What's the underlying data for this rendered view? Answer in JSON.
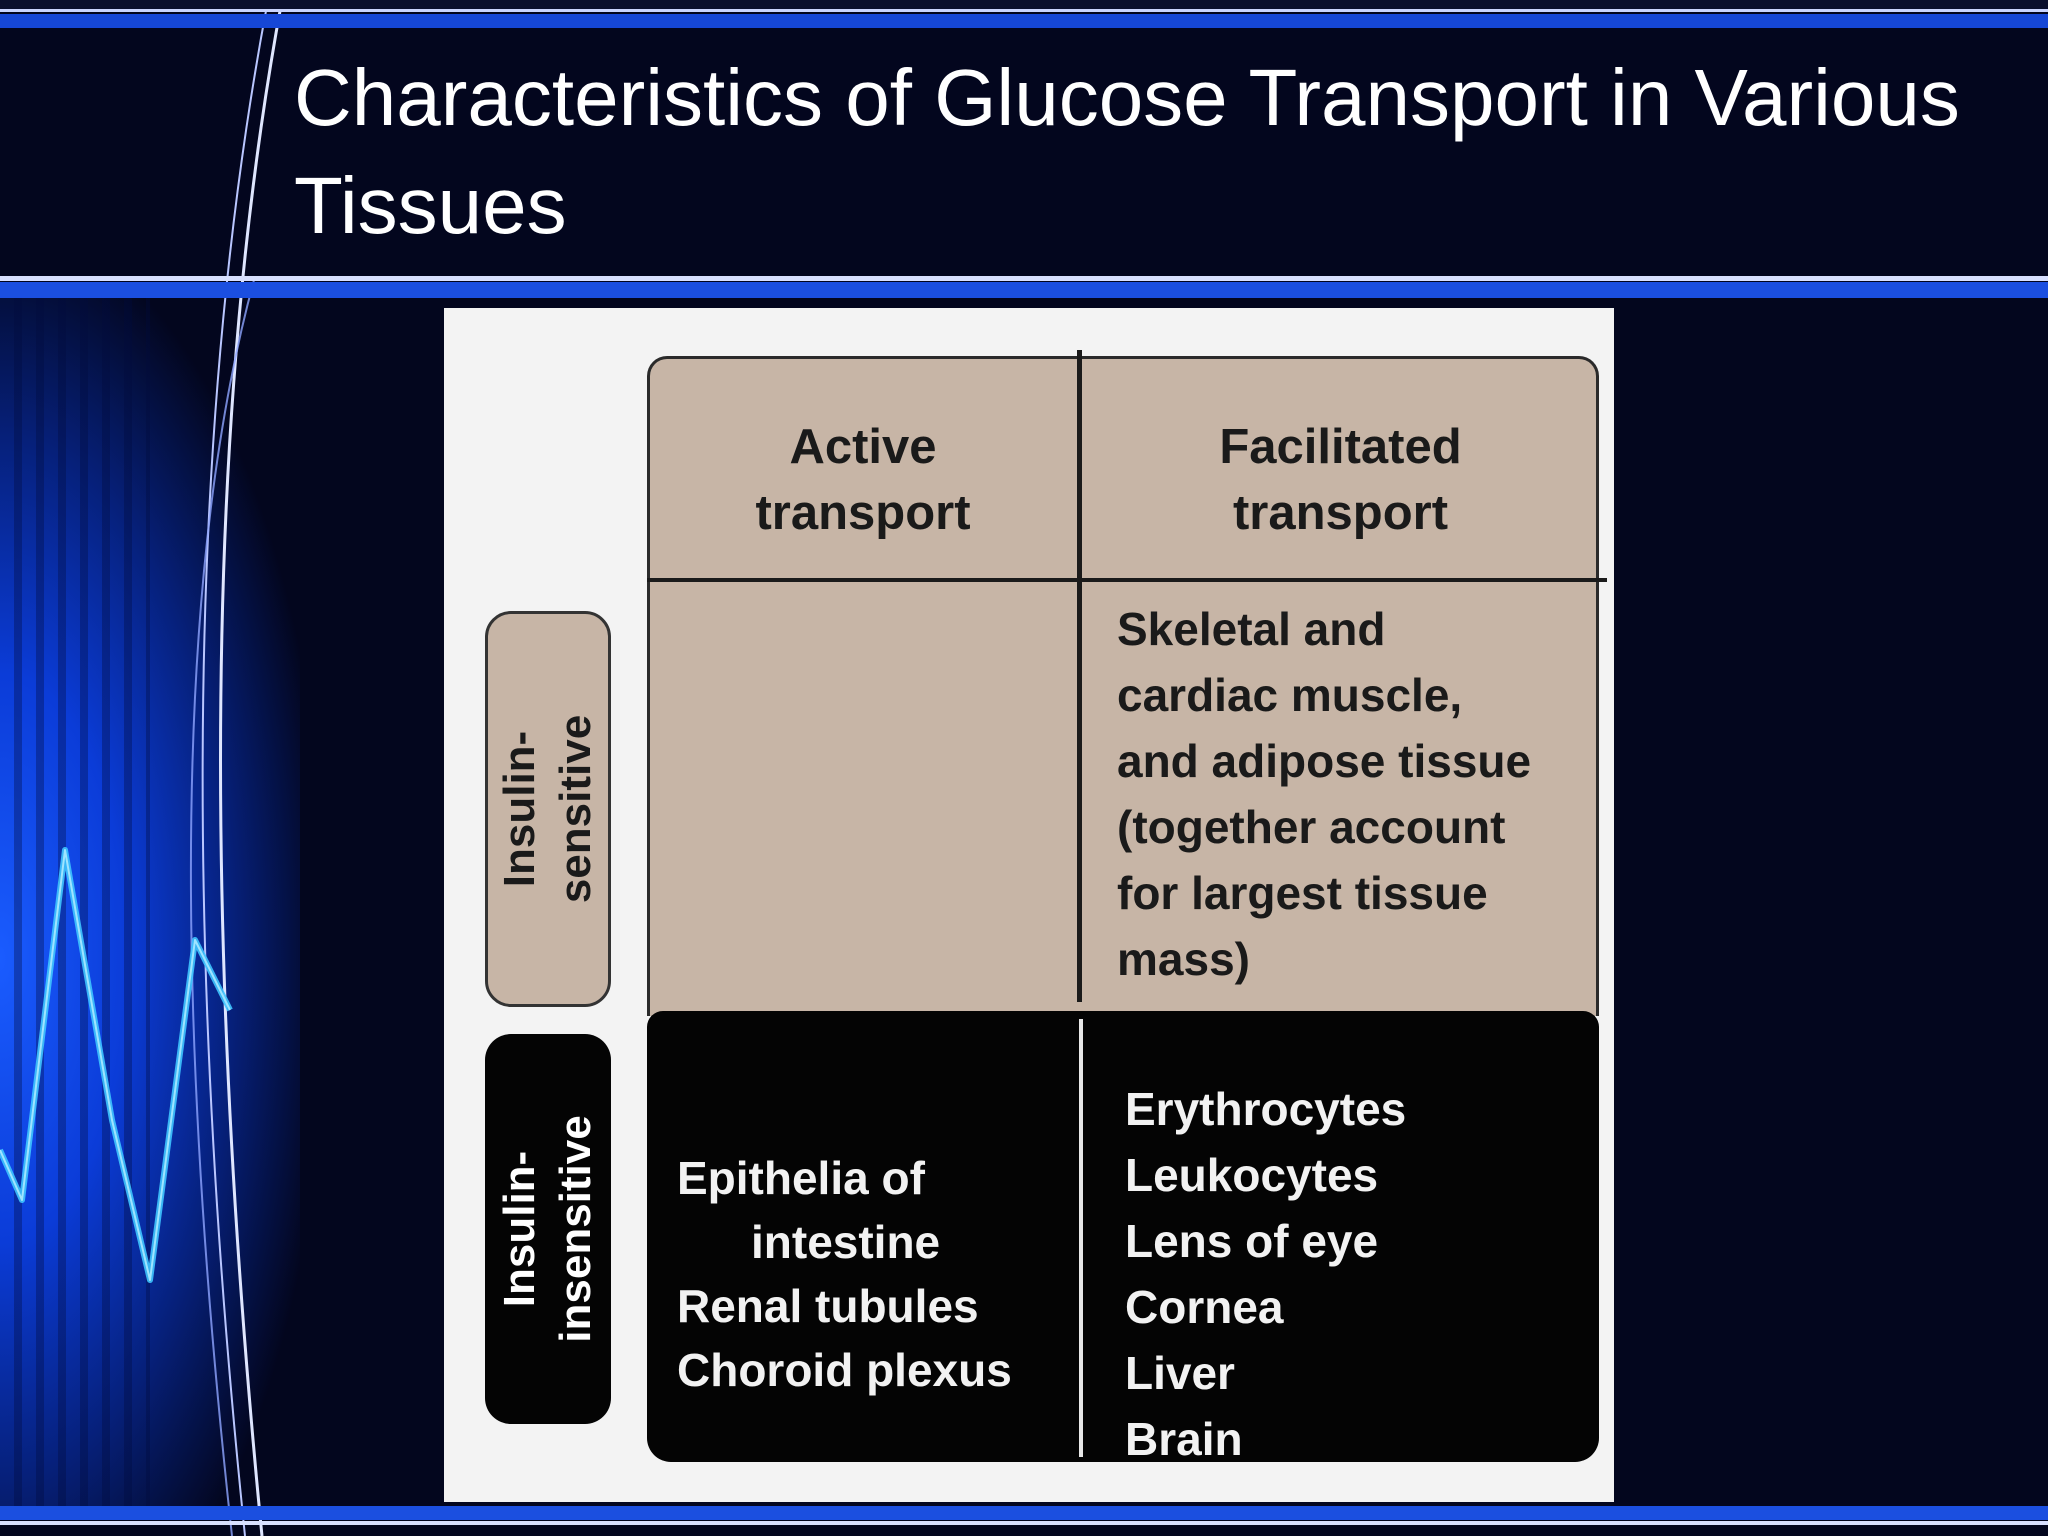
{
  "slide": {
    "title": "Characteristics of Glucose Transport in Various Tissues"
  },
  "table": {
    "columns": [
      "Active transport",
      "Facilitated transport"
    ],
    "column_lines": [
      [
        "Active",
        "transport"
      ],
      [
        "Facilitated",
        "transport"
      ]
    ],
    "rows": [
      {
        "label": "Insulin-sensitive",
        "label_lines": [
          "Insulin-",
          "sensitive"
        ],
        "active": [],
        "facilitated": [
          "Skeletal and",
          "cardiac muscle,",
          "and adipose tissue",
          "(together account",
          "for largest tissue",
          "mass)"
        ]
      },
      {
        "label": "Insulin-insensitive",
        "label_lines": [
          "Insulin-",
          "insensitive"
        ],
        "active": [
          "Epithelia of",
          "intestine",
          "Renal tubules",
          "Choroid plexus"
        ],
        "facilitated": [
          "Erythrocytes",
          "Leukocytes",
          "Lens of eye",
          "Cornea",
          "Liver",
          "Brain"
        ]
      }
    ]
  },
  "colors": {
    "background": "#03061e",
    "accent_blue": "#1b4fe0",
    "sensitive_fill": "#c7b5a6",
    "insensitive_fill": "#040404"
  },
  "icons": [
    "heartbeat-line-decoration",
    "curved-arc-decoration"
  ]
}
